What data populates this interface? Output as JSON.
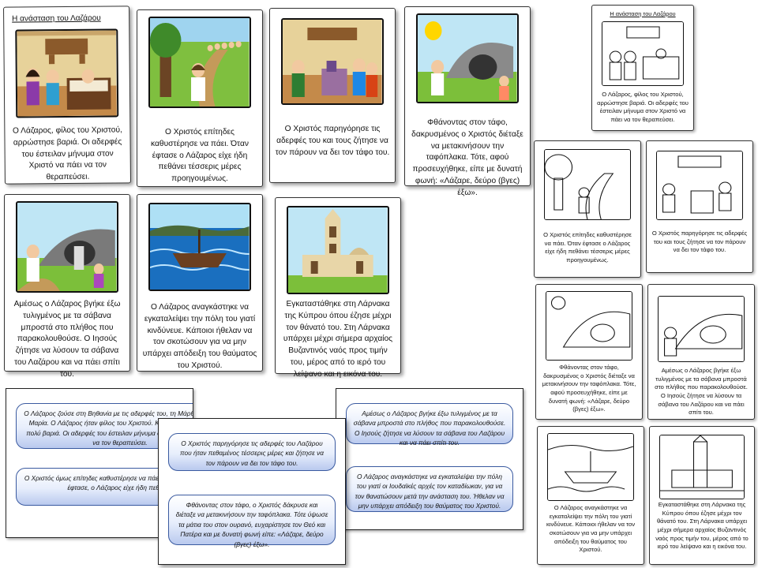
{
  "title": "Η ανάσταση του Λαζάρου",
  "cards": [
    "Ο Λάζαρος, φίλος του Χριστού, αρρώστησε βαριά. Οι αδερφές του έστειλαν μήνυμα στον Χριστό να πάει να τον θεραπεύσει.",
    "Ο Χριστός επίτηδες καθυστέρησε να πάει. Όταν έφτασε ο Λάζαρος είχε ήδη πεθάνει τέσσερις μέρες προηγουμένως.",
    "Ο Χριστός παρηγόρησε τις αδερφές του και τους ζήτησε να τον πάρουν να δει τον τάφο του.",
    "Φθάνοντας στον τάφο, δακρυσμένος ο Χριστός διέταξε να μετακινήσουν την ταφόπλακα. Τότε, αφού προσευχήθηκε, είπε με δυνατή φωνή: «Λάζαρε, δεύρο (βγες) έξω».",
    "Αμέσως ο Λάζαρος βγήκε έξω τυλιγμένος με τα σάβανα μπροστά στο πλήθος που παρακολουθούσε. Ο Ιησούς ζήτησε να λύσουν τα σάβανα του Λαζάρου και να πάει σπίτι του.",
    "Ο Λάζαρος αναγκάστηκε να εγκαταλείψει την πόλη του γιατί κινδύνευε. Κάποιοι ήθελαν να τον σκοτώσουν για να μην υπάρχει απόδειξη του θαύματος του Χριστού.",
    "Εγκαταστάθηκε στη Λάρνακα της Κύπρου όπου έζησε μέχρι τον θάνατό του. Στη Λάρνακα υπάρχει μέχρι σήμερα αρχαίος Βυζαντινός ναός προς τιμήν του, μέρος από το ιερό του λείψανο και η εικόνα του."
  ],
  "sheets": {
    "left": [
      "Ο Λάζαρος ζούσε στη Βηθανία με τις αδερφές του, τη Μάρθα και τη Μαρία. Ο Λάζαρος ήταν φίλος του Χριστού. Κάποτε αρρώστησε πολύ βαριά. Οι αδερφές του έστειλαν μήνυμα στο Χριστό να έρθει να τον θεραπεύσει.",
      "Ο Χριστός όμως επίτηδες καθυστέρησε να πάει στη Βηθανία. Όταν έφτασε, ο Λάζαρος είχε ήδη πεθάνει."
    ],
    "middle": [
      "Ο Χριστός παρηγόρησε τις αδερφές του Λαζάρου που ήταν πεθαμένος τέσσερις μέρες και ζήτησε να τον πάρουν να δει τον τάφο του.",
      "Φθάνοντας στον τάφο, ο Χριστός δάκρυσε και διέταξε να μετακινήσουν την ταφόπλακα. Τότε ύψωσε τα μάτια του στον ουρανό, ευχαρίστησε τον Θεό και Πατέρα και με δυνατή φωνή είπε: «Λάζαρε, δεύρο (βγες) έξω»."
    ],
    "right": [
      "Αμέσως ο Λάζαρος βγήκε έξω τυλιγμένος με τα σάβανα μπροστά στο πλήθος που παρακολουθούσε. Ο Ιησούς ζήτησε να λύσουν τα σάβανα του Λαζάρου και να πάει σπίτι του.",
      "Ο Λάζαρος αναγκάστηκε να εγκαταλείψει την πόλη του γιατί οι Ιουδαϊκές αρχές τον καταδίωκαν, για να τον θανατώσουν μετά την ανάσταση του. Ήθελαν να μην υπάρχει απόδειξη του θαύματος του Χριστού."
    ]
  }
}
